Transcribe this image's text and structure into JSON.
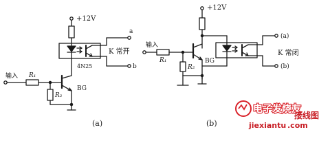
{
  "diagram_a": {
    "supply": "+12V",
    "input": "输入",
    "resistor_r1": "R₁",
    "resistor_r2": "R₂",
    "transistor": "BG",
    "optocoupler": "4N25",
    "terminal_a": "a",
    "terminal_b": "b",
    "contact": "K 常开",
    "caption": "(a)"
  },
  "diagram_b": {
    "supply": "+12V",
    "input": "输入",
    "resistor_r1": "R₁",
    "resistor_r2": "R₂",
    "transistor": "BG",
    "terminal_a": "(a)",
    "terminal_b": "(b)",
    "contact": "K 常闭",
    "caption": "(b)"
  },
  "watermark": {
    "brand": "电子发烧友",
    "site": "jiexiantu",
    "site_suffix": ".com",
    "site_cn": "接线图"
  }
}
